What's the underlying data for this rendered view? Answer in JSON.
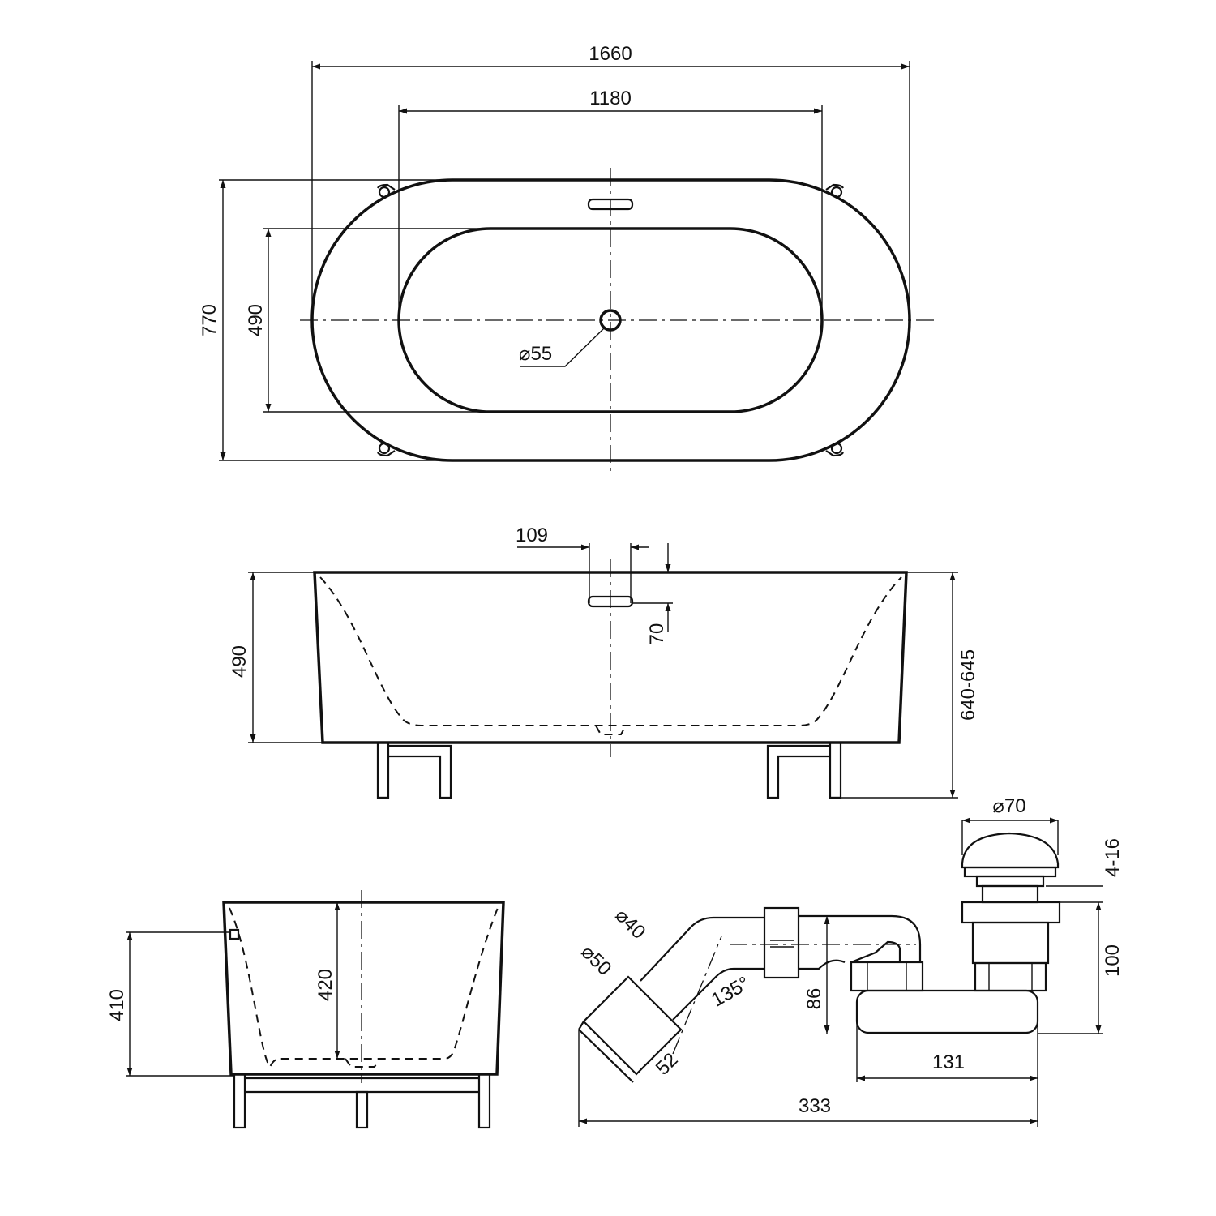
{
  "colors": {
    "line": "#111111",
    "background": "#ffffff"
  },
  "top_view": {
    "overall_length": "1660",
    "inner_length": "1180",
    "overall_width": "770",
    "inner_width": "490",
    "drain_diameter": "⌀55"
  },
  "side_view": {
    "overflow_offset": "109",
    "overflow_drop": "70",
    "depth": "490",
    "height": "640-645"
  },
  "end_view": {
    "outer_depth": "410",
    "inner_depth": "420"
  },
  "drain_assembly": {
    "cap_diameter": "⌀70",
    "cap_height": "4-16",
    "pipe_diameter_small": "⌀40",
    "pipe_diameter_large": "⌀50",
    "angle": "135°",
    "trap_height": "86",
    "body_height": "100",
    "socket_length": "52",
    "trap_length": "131",
    "total_length": "333"
  }
}
